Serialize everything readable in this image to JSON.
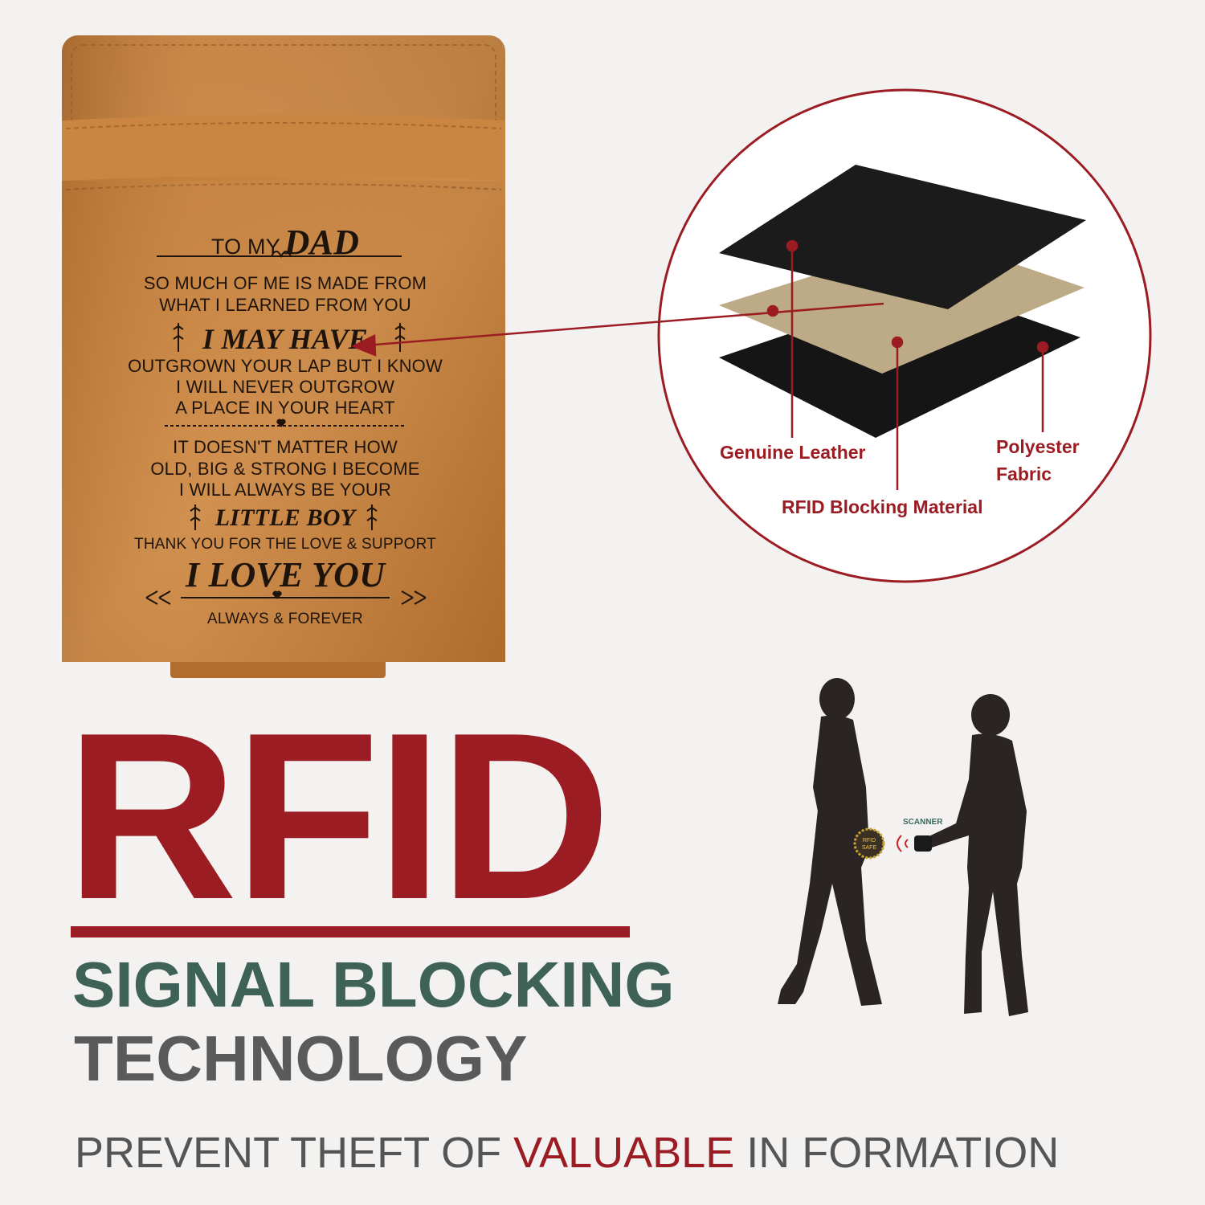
{
  "wallet": {
    "line_to": "TO MY",
    "line_dad": "DAD",
    "line1": "SO MUCH OF ME IS MADE FROM",
    "line2": "WHAT I LEARNED FROM YOU",
    "line3": "I  MAY HAVE",
    "line4": "OUTGROWN YOUR LAP BUT I KNOW",
    "line5": "I WILL NEVER OUTGROW",
    "line6": "A PLACE IN YOUR HEART",
    "line7": "IT DOESN'T MATTER HOW",
    "line8": "OLD, BIG & STRONG I BECOME",
    "line9": "I WILL ALWAYS BE YOUR",
    "line10": "LITTLE BOY",
    "line11": "THANK YOU FOR THE LOVE & SUPPORT",
    "line12": "I LOVE YOU",
    "line13": "ALWAYS & FOREVER"
  },
  "layers": {
    "genuine_leather": "Genuine Leather",
    "polyester_1": "Polyester",
    "polyester_2": "Fabric",
    "rfid_material": "RFID Blocking Material"
  },
  "scene": {
    "scanner_label": "SCANNER",
    "badge_1": "RFID",
    "badge_2": "SAFE"
  },
  "headline": {
    "rfid": "RFID",
    "signal": "SIGNAL BLOCKING",
    "technology": "TECHNOLOGY",
    "prevent_a": "PREVENT THEFT OF ",
    "prevent_b": "VALUABLE",
    "prevent_c": " IN FORMATION"
  },
  "colors": {
    "accent_red": "#9b1c22",
    "leather": "#c8843f",
    "signal_green": "#3e6258",
    "tech_gray": "#5a5a5a",
    "background": "#f4f2f1"
  }
}
